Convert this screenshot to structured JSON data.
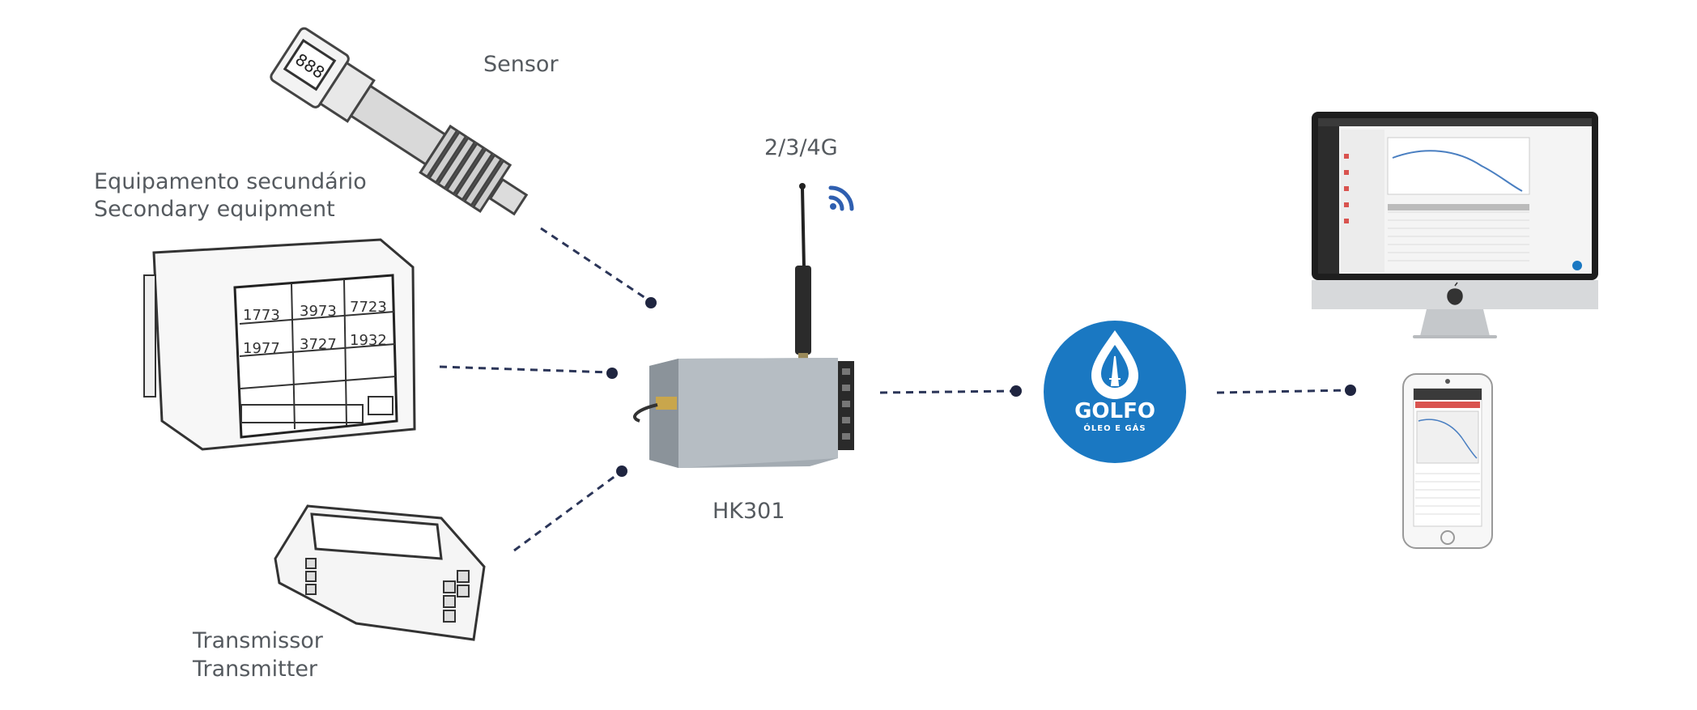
{
  "labels": {
    "sensor": "Sensor",
    "secondary_pt": "Equipamento secundário",
    "secondary_en": "Secondary equipment",
    "transmitter_pt": "Transmissor",
    "transmitter_en": "Transmitter",
    "network": "2/3/4G",
    "device": "HK301"
  },
  "logo": {
    "name": "GOLFO",
    "tagline": "ÓLEO E GÁS",
    "color": "#1a78c2"
  },
  "colors": {
    "text": "#555a5f",
    "link": "#2b3558",
    "wifi": "#2f5fb0",
    "device": "#9aa3aa"
  },
  "icons": [
    "sensor-icon",
    "panel-meter-icon",
    "din-transmitter-icon",
    "antenna-icon",
    "wifi-icon",
    "gateway-icon",
    "monitor-icon",
    "smartphone-icon",
    "apple-logo-icon"
  ]
}
